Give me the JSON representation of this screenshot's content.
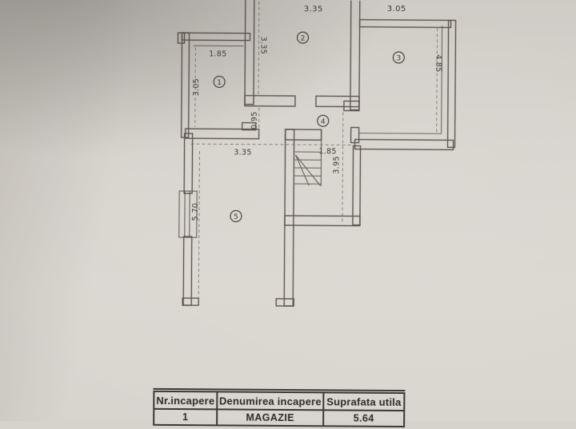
{
  "plan": {
    "rooms": [
      {
        "number": "1"
      },
      {
        "number": "2"
      },
      {
        "number": "3"
      },
      {
        "number": "4"
      },
      {
        "number": "5"
      }
    ],
    "dimensions": {
      "room1_width": "1.85",
      "room1_depth": "3.05",
      "room2_width": "3.35",
      "room2_depth": "3.35",
      "room3_width": "3.05",
      "room3_depth": "4.85",
      "passage": "0.95",
      "stair_width": "1.85",
      "stair_depth": "3.95",
      "room5_width": "3.35",
      "room5_depth": "5.70"
    }
  },
  "table": {
    "headers": [
      "Nr.incapere",
      "Denumirea incapere",
      "Suprafata utila"
    ],
    "rows": [
      [
        "1",
        "MAGAZIE",
        "5.64"
      ]
    ]
  },
  "colors": {
    "ink": "#48443e",
    "paper": "#d6d2cc"
  }
}
